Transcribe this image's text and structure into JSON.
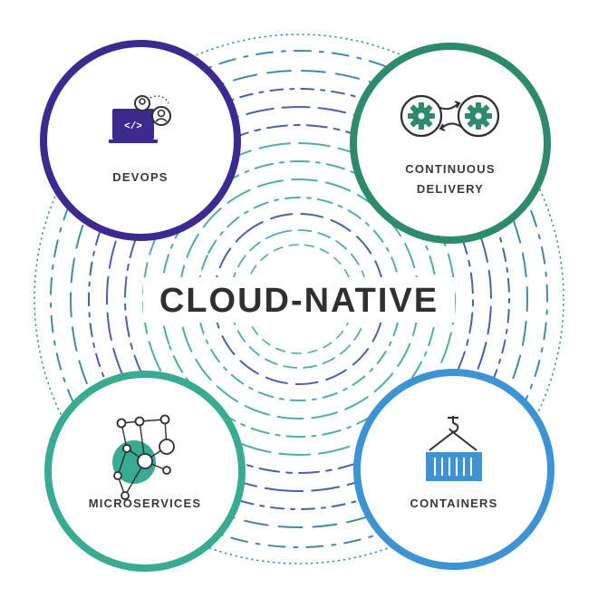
{
  "diagram": {
    "center_title": "CLOUD-NATIVE",
    "nodes": {
      "devops": {
        "label": "DEVOPS",
        "color": "#3c2a8f",
        "icon": "developer-laptop-icon"
      },
      "continuous_delivery": {
        "label_line1": "CONTINUOUS",
        "label_line2": "DELIVERY",
        "color": "#2e8a6c",
        "icon": "gears-infinity-icon"
      },
      "microservices": {
        "label": "MICROSERVICES",
        "color": "#3aab93",
        "icon": "network-nodes-icon"
      },
      "containers": {
        "label": "CONTAINERS",
        "color": "#3d93d4",
        "icon": "crane-container-icon"
      }
    },
    "ring_colors": {
      "outer": "#2a7f9e",
      "mid": "#3a4fa5",
      "inner": "#3aa79a"
    }
  }
}
